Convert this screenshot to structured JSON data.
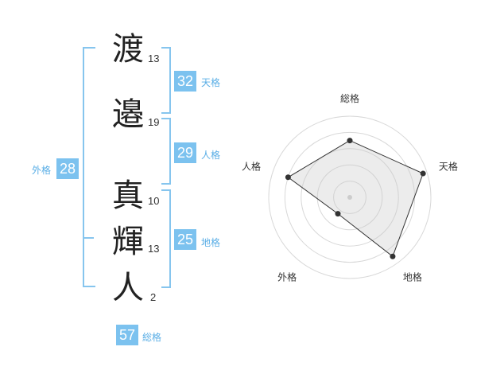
{
  "name": {
    "chars": [
      {
        "char": "渡",
        "strokes": "13"
      },
      {
        "char": "邉",
        "strokes": "19"
      },
      {
        "char": "真",
        "strokes": "10"
      },
      {
        "char": "輝",
        "strokes": "13"
      },
      {
        "char": "人",
        "strokes": "2"
      }
    ]
  },
  "fortune": {
    "tenkaku": {
      "value": "32",
      "label": "天格"
    },
    "jinkaku": {
      "value": "29",
      "label": "人格"
    },
    "chikaku": {
      "value": "25",
      "label": "地格"
    },
    "gaikaku": {
      "value": "28",
      "label": "外格"
    },
    "soukaku": {
      "value": "57",
      "label": "総格"
    }
  },
  "colors": {
    "accent": "#7cc2ef",
    "bracket": "#86c5ee",
    "label": "#5aaee6"
  },
  "chart_data": {
    "type": "radar",
    "axes": [
      "総格",
      "天格",
      "地格",
      "外格",
      "人格"
    ],
    "values": [
      0.7,
      0.95,
      0.9,
      0.25,
      0.8
    ],
    "range": [
      0,
      1
    ],
    "rings": 5,
    "grid": true
  }
}
